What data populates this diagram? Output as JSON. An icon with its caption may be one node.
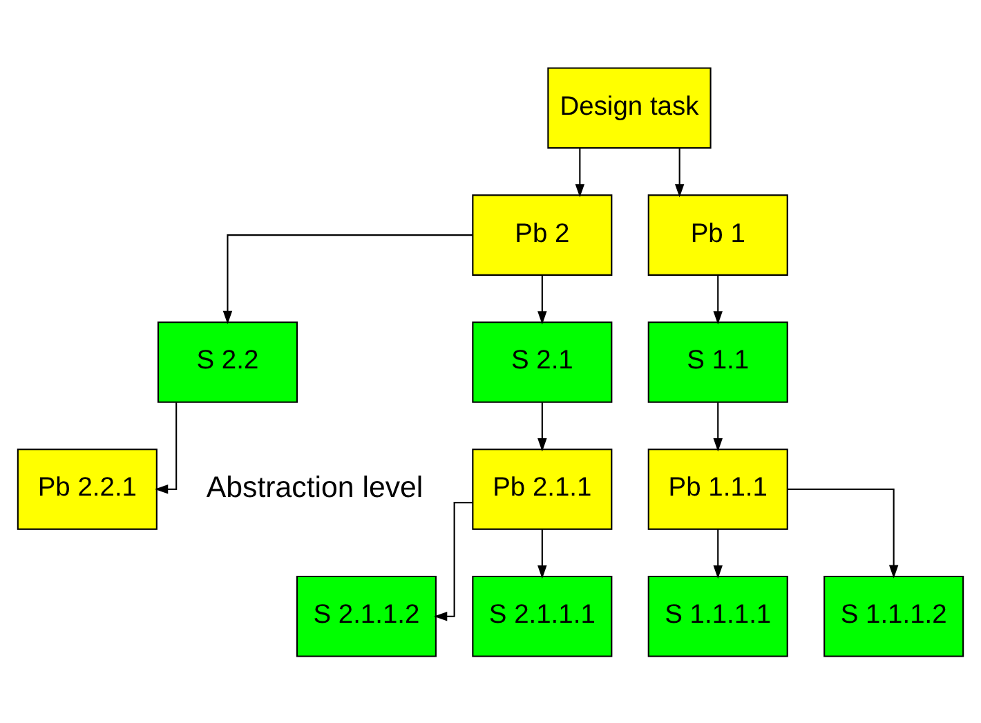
{
  "diagram": {
    "nodes": [
      {
        "text": [
          "Design task"
        ]
      },
      {
        "text": [
          "Pb 2"
        ]
      },
      {
        "text": [
          "Pb 1"
        ]
      },
      {
        "text": [
          "S 2.1"
        ]
      },
      {
        "text": [
          "S 2.2"
        ]
      },
      {
        "text": [
          "S 1.1"
        ]
      },
      {
        "text": [
          "Pb 2.1.1"
        ]
      },
      {
        "text": [
          "Pb 2.2.1"
        ]
      },
      {
        "text": [
          "Pb 1.1.1"
        ]
      },
      {
        "text": [
          "S 2.1.1.2"
        ]
      },
      {
        "text": [
          "S 2.1.1.1"
        ]
      },
      {
        "text": [
          "S 1.1.1.1"
        ]
      },
      {
        "text": [
          "S 1.1.1.2"
        ]
      }
    ],
    "edges": [
      {
        "from": 0,
        "to": 1,
        "arrow": "to"
      },
      {
        "from": 0,
        "to": 2,
        "arrow": "to"
      },
      {
        "from": 1,
        "to": 3,
        "arrow": "to"
      },
      {
        "from": 1,
        "to": 4,
        "arrow": "to"
      },
      {
        "from": 2,
        "to": 5,
        "arrow": "to"
      },
      {
        "from": 3,
        "to": 6,
        "arrow": "to"
      },
      {
        "from": 4,
        "to": 7,
        "arrow": "to"
      },
      {
        "from": 5,
        "to": 8,
        "arrow": "to"
      },
      {
        "from": 6,
        "to": 9,
        "arrow": "to"
      },
      {
        "from": 6,
        "to": 10,
        "arrow": "to"
      },
      {
        "from": 8,
        "to": 11,
        "arrow": "to"
      },
      {
        "from": 8,
        "to": 12,
        "arrow": "to"
      }
    ],
    "labels": [
      "Abstraction level"
    ]
  }
}
